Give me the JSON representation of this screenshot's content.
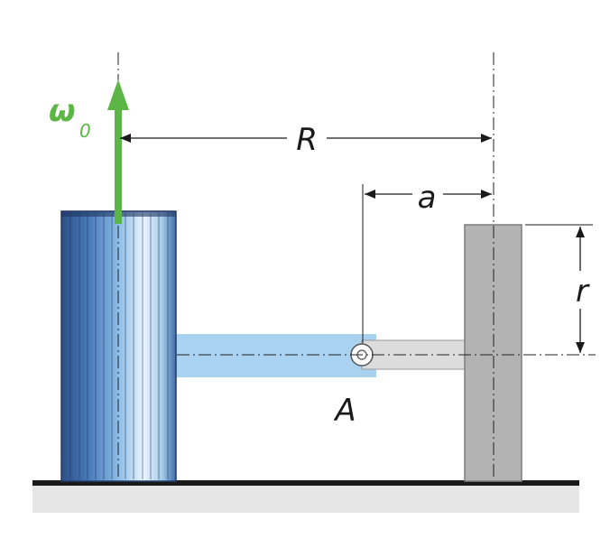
{
  "labels": {
    "omega": "ω",
    "omega_sub": "0",
    "R": "R",
    "a": "a",
    "r": "r",
    "A": "A"
  },
  "colors": {
    "omega_arrow": "#5bb646",
    "cylinder_dark": "#2c5088",
    "cylinder_light": "#e8f4fc",
    "arm_blue": "#a9d2f0",
    "arm_gray": "#d8d8d8",
    "wheel_gray": "#b3b3b4",
    "ground_top": "#1a1a1a",
    "ground_fill": "#e6e6e6",
    "dimension_lines": "#1a1a1a"
  }
}
